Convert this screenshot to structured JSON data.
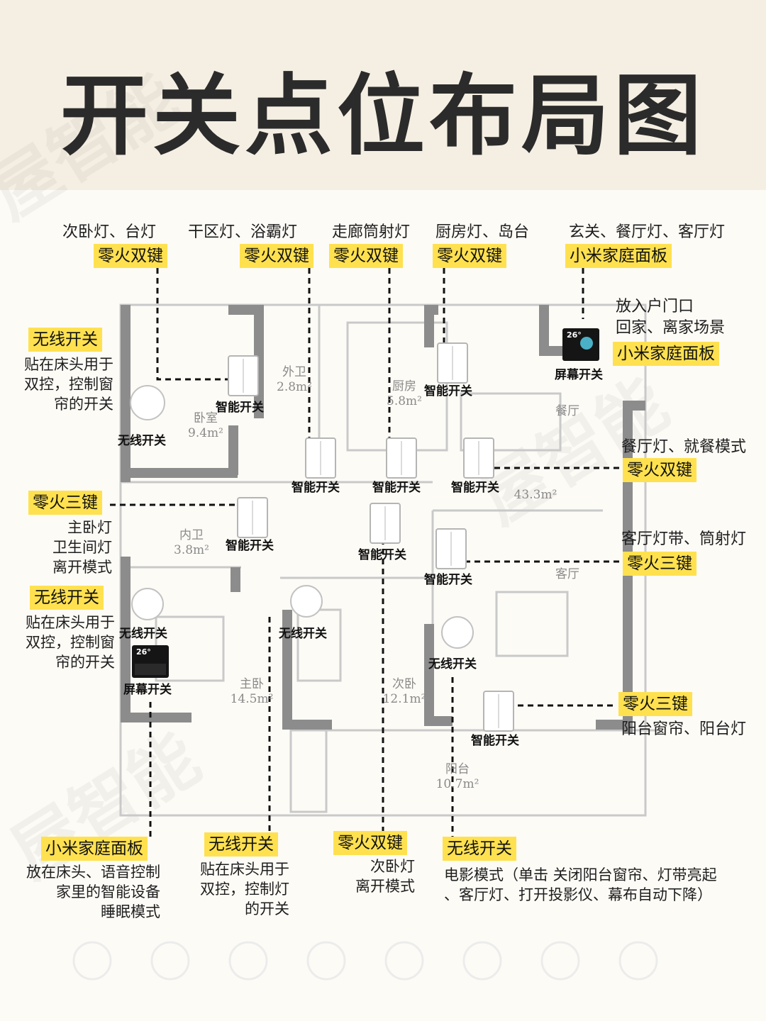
{
  "title": "开关点位布局图",
  "watermark": "屋智能",
  "colors": {
    "highlight": "#ffe14f",
    "wall": "#8c8c8c",
    "header_bg": "#f5efe3"
  },
  "top_labels": [
    {
      "text": "次卧灯、台灯",
      "tag": "零火双键"
    },
    {
      "text": "干区灯、浴霸灯",
      "tag": "零火双键"
    },
    {
      "text": "走廊筒射灯",
      "tag": "零火双键"
    },
    {
      "text": "厨房灯、岛台",
      "tag": "零火双键"
    },
    {
      "text": "玄关、餐厅灯、客厅灯",
      "tag": "小米家庭面板"
    }
  ],
  "entrance": {
    "note": "放入户门口\n回家、离家场景",
    "tag": "小米家庭面板"
  },
  "left_labels": [
    {
      "tag": "无线开关",
      "note": "贴在床头用于\n双控，控制窗\n帘的开关"
    },
    {
      "tag": "零火三键",
      "note": "主卧灯\n卫生间灯\n离开模式"
    },
    {
      "tag": "无线开关",
      "note": "贴在床头用于\n双控，控制窗\n帘的开关"
    }
  ],
  "right_labels": [
    {
      "text": "餐厅灯、就餐模式",
      "tag": "零火双键"
    },
    {
      "text": "客厅灯带、筒射灯",
      "tag": "零火三键"
    },
    {
      "tag": "零火三键",
      "text": "阳台窗帘、阳台灯"
    }
  ],
  "bottom_labels": [
    {
      "tag": "小米家庭面板",
      "note": "放在床头、语音控制\n家里的智能设备\n睡眠模式"
    },
    {
      "tag": "无线开关",
      "note": "贴在床头用于\n双控，控制灯\n的开关"
    },
    {
      "tag": "零火双键",
      "note": "次卧灯\n离开模式"
    },
    {
      "tag": "无线开关",
      "note": "电影模式（单击 关闭阳台窗帘、灯带亮起\n、客厅灯、打开投影仪、幕布自动下降）"
    }
  ],
  "devices": {
    "smart_switch": "智能开关",
    "wireless_switch": "无线开关",
    "screen_switch": "屏幕开关",
    "screen_temp": "26°"
  },
  "rooms": [
    "外卫\n2.8m²",
    "厨房\n5.8m²",
    "卧室\n9.4m²",
    "餐厅",
    "43.3m²",
    "内卫\n3.8m²",
    "客厅",
    "主卧\n14.5m²",
    "次卧\n12.1m²",
    "阳台\n10.7m²"
  ]
}
